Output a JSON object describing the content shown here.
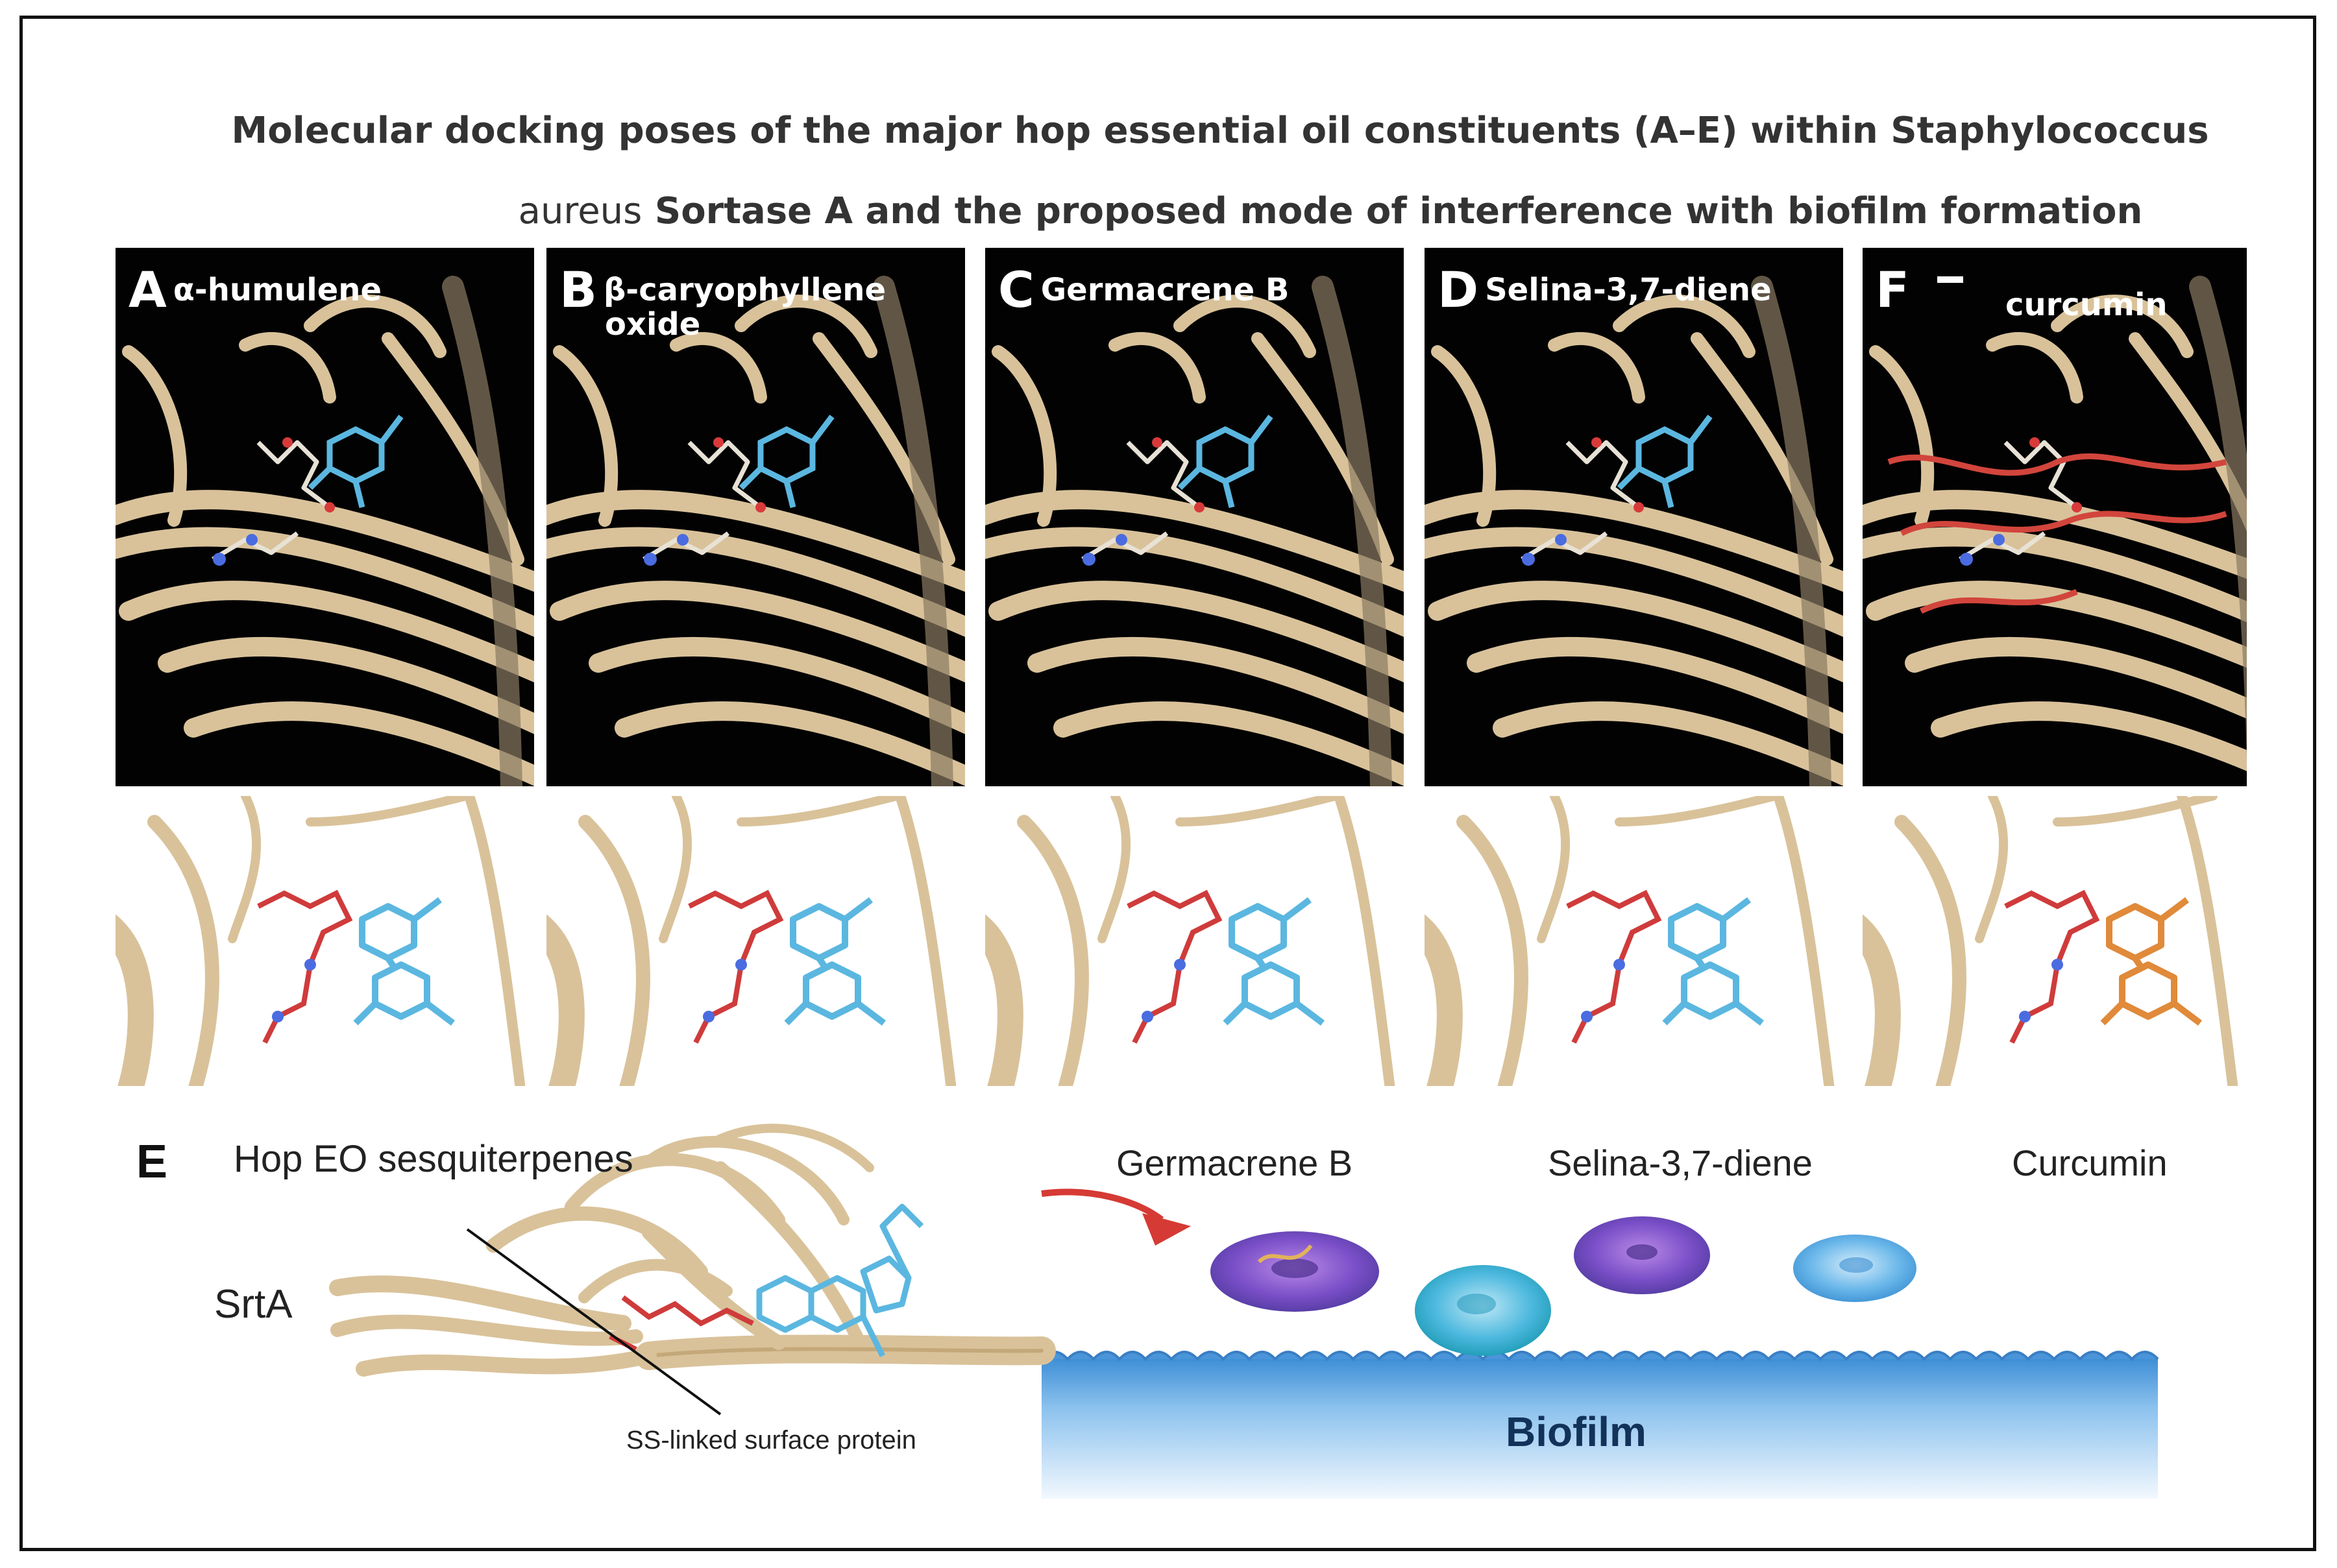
{
  "figure": {
    "title_line1": "Molecular docking poses of the major hop essential oil constituents (A–E) within Staphylococcus",
    "title_line2_prefix": "aureus",
    "title_line2_main": "Sortase A and the proposed mode of interference with biofilm formation"
  },
  "panels": [
    {
      "letter": "A",
      "name": "α-humulene",
      "name2": "",
      "ligand_color": "#5bb7e0"
    },
    {
      "letter": "B",
      "name": "β-caryophyllene",
      "name2": "oxide",
      "ligand_color": "#5bb7e0"
    },
    {
      "letter": "C",
      "name": "Germacrene B",
      "name2": "",
      "ligand_color": "#5bb7e0"
    },
    {
      "letter": "D",
      "name": "Selina-3,7-diene",
      "name2": "",
      "ligand_color": "#5bb7e0"
    },
    {
      "letter": "F",
      "name": "",
      "name2": "curcumin",
      "ligand_color": "#e08a3a"
    }
  ],
  "scheme": {
    "letter": "E",
    "sesq_label": "Hop EO sesquiterpenes",
    "srta_label": "SrtA",
    "protein_label": "SS-linked surface protein",
    "germacrene_label": "Germacrene B",
    "selina_label": "Selina-3,7-diene",
    "curcumin_label": "Curcumin",
    "biofilm_label": "Biofilm"
  },
  "colors": {
    "protein_ribbon": "#d9c29a",
    "ligand_blue": "#5bb7e0",
    "ligand_orange": "#e08a3a",
    "curcumin_red": "#d2453c",
    "arrow_red": "#d63a34",
    "biofilm_blue": "#5b9fd8"
  }
}
